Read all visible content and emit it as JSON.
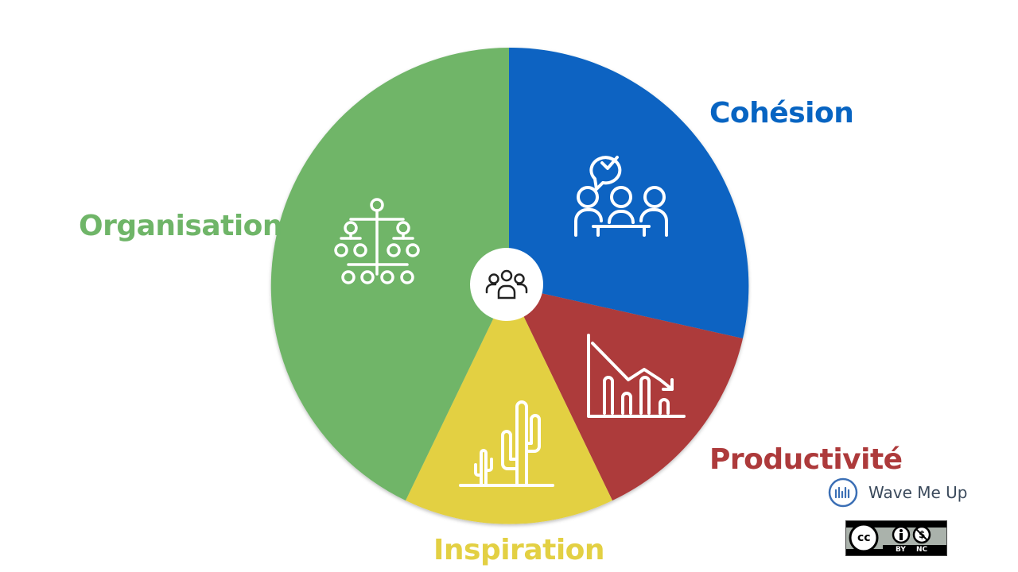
{
  "colors": {
    "cohesion": "#0764c2",
    "productivite": "#ad3a3b",
    "inspiration": "#e3d043",
    "organisation": "#6fb568",
    "center": "#ffffff"
  },
  "segments": [
    {
      "key": "cohesion",
      "label": "Cohésion",
      "color": "#0764c2",
      "icon": "team-meeting-icon"
    },
    {
      "key": "productivite",
      "label": "Productivité",
      "color": "#ad3a3b",
      "icon": "declining-chart-icon"
    },
    {
      "key": "inspiration",
      "label": "Inspiration",
      "color": "#e3d043",
      "icon": "cactus-desert-icon"
    },
    {
      "key": "organisation",
      "label": "Organisation",
      "color": "#6fb568",
      "icon": "org-chart-icon"
    }
  ],
  "center": {
    "icon": "group-icon"
  },
  "brand": {
    "name": "Wave Me Up",
    "icon": "wave-logo-icon"
  },
  "license": {
    "label_cc": "cc",
    "label_by": "BY",
    "label_nc": "NC",
    "icon": "cc-by-nc-icon"
  }
}
